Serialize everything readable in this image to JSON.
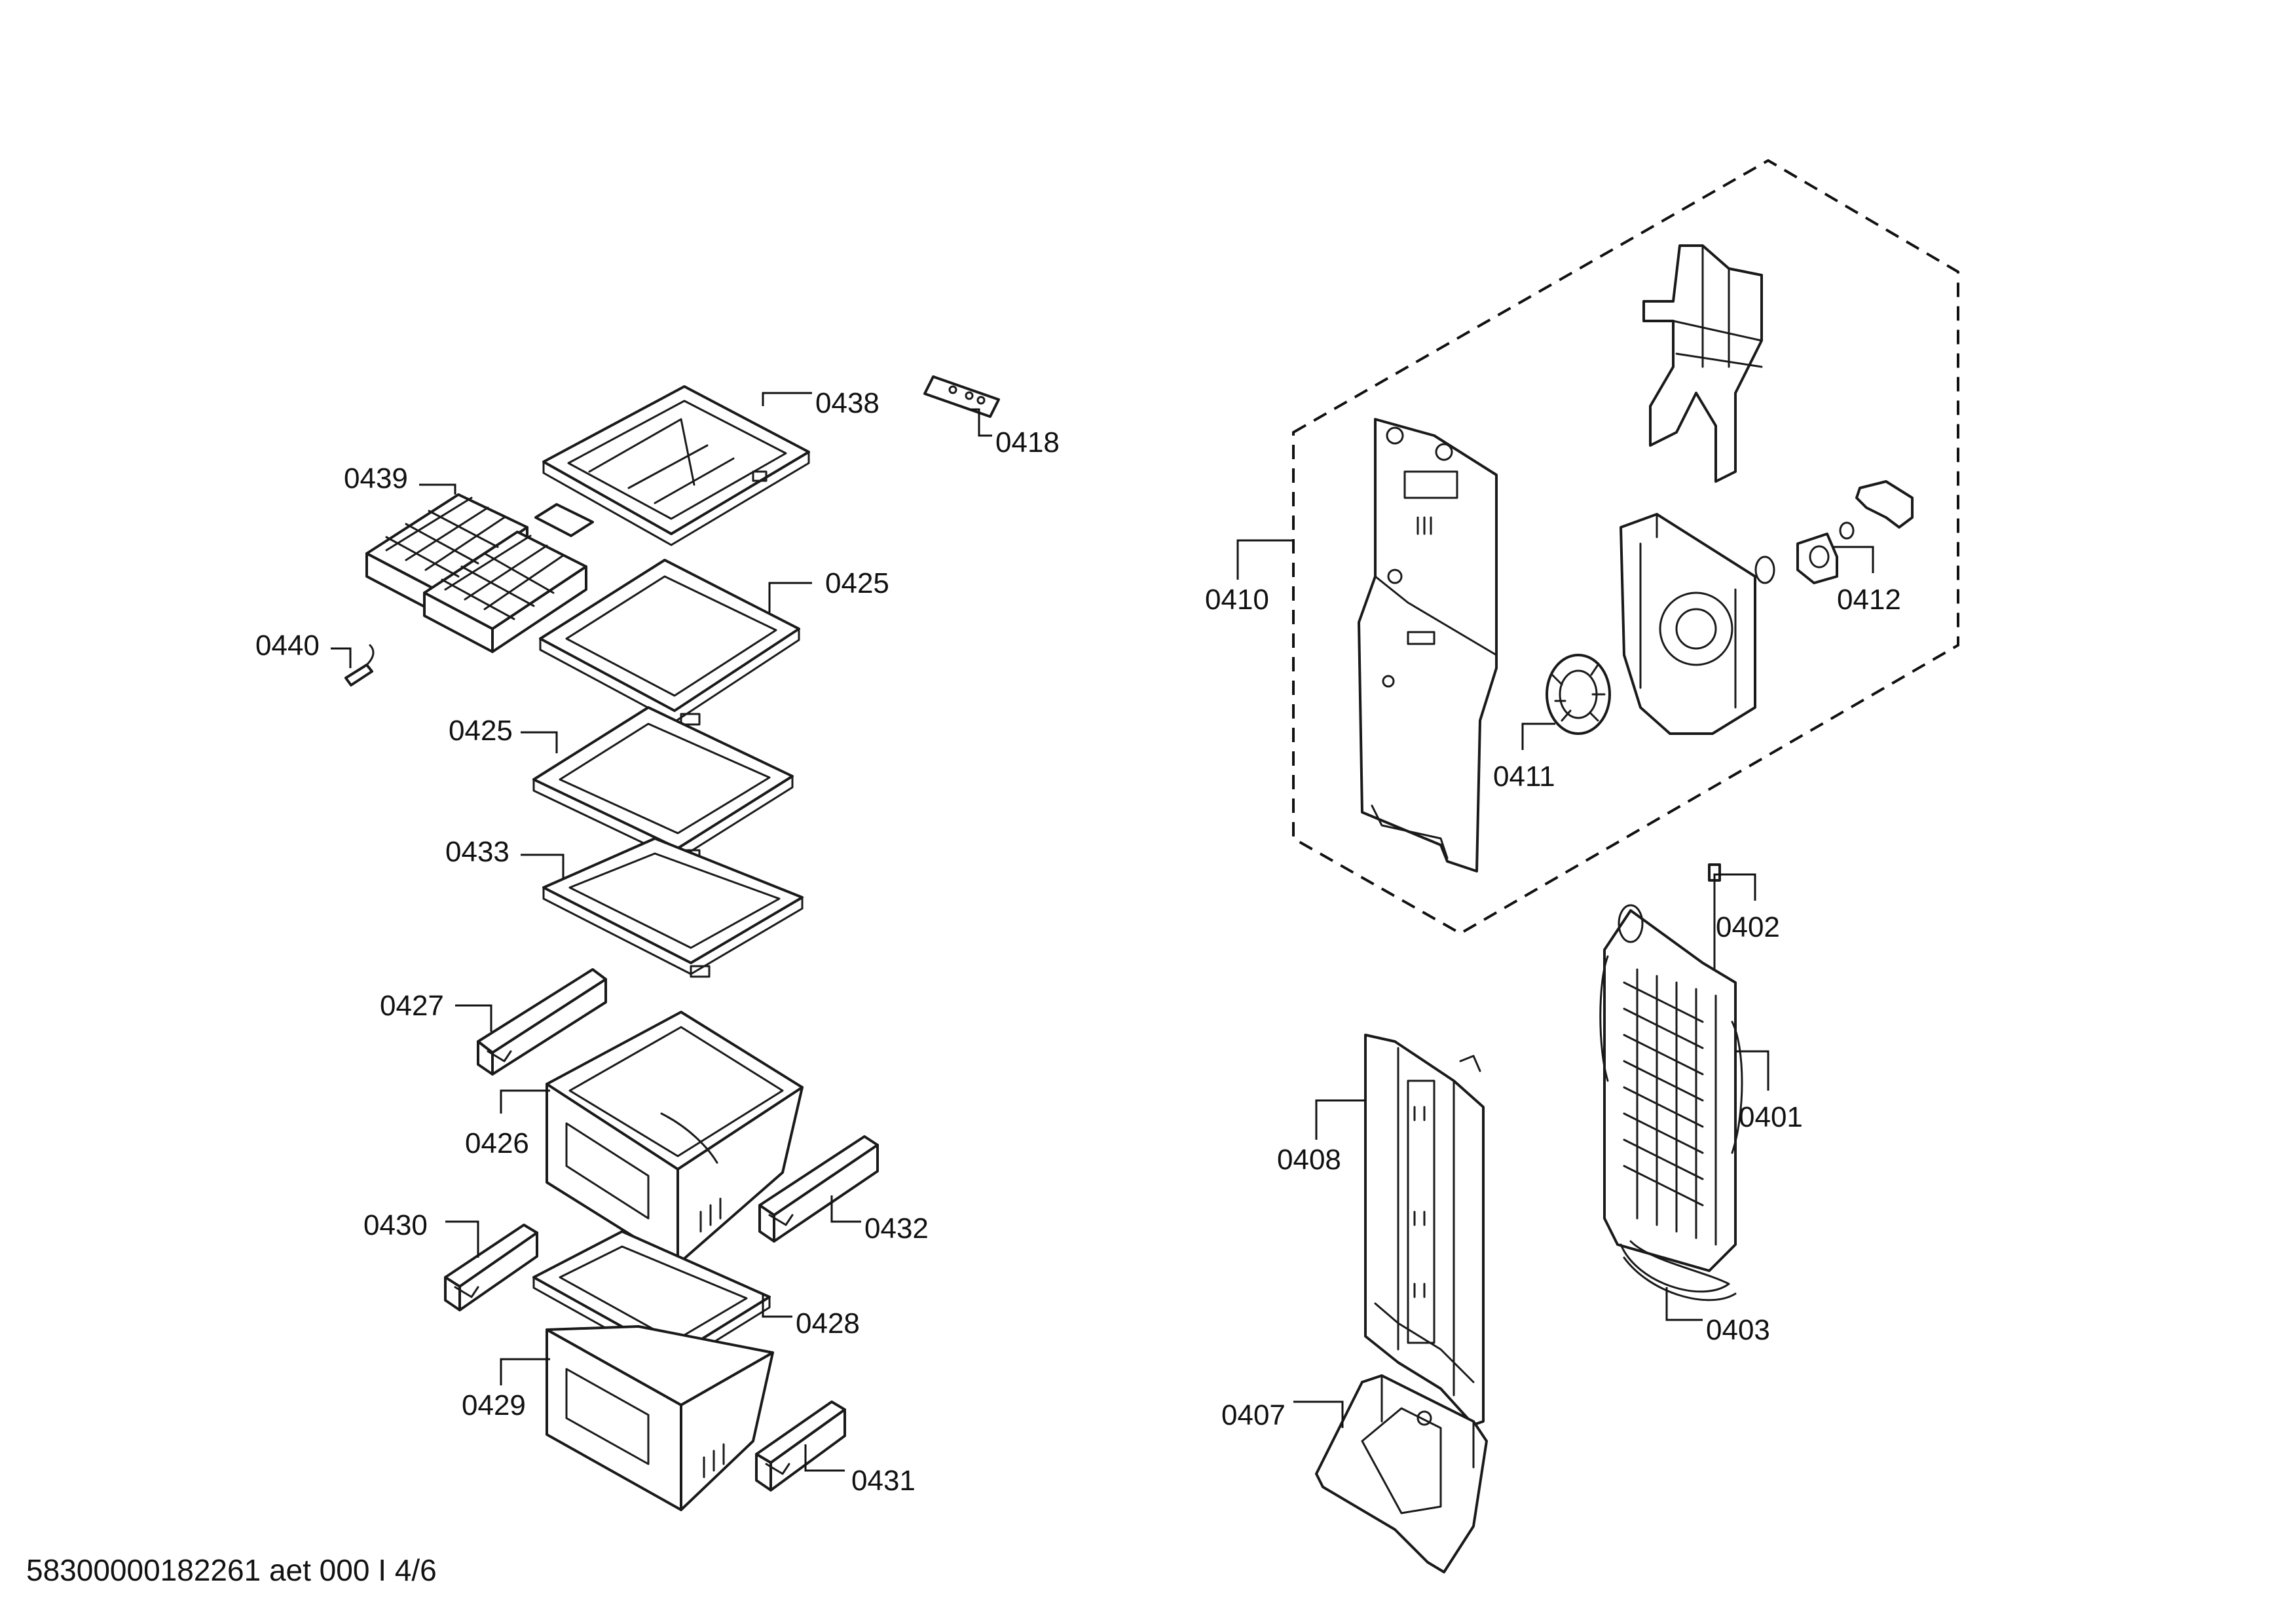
{
  "footer": {
    "doc_id": "58300000182261 aet 000 I 4/6"
  },
  "parts": [
    {
      "key": "p0438",
      "label": "0438"
    },
    {
      "key": "p0418",
      "label": "0418"
    },
    {
      "key": "p0439",
      "label": "0439"
    },
    {
      "key": "p0425a",
      "label": "0425"
    },
    {
      "key": "p0440",
      "label": "0440"
    },
    {
      "key": "p0425b",
      "label": "0425"
    },
    {
      "key": "p0433",
      "label": "0433"
    },
    {
      "key": "p0427",
      "label": "0427"
    },
    {
      "key": "p0426",
      "label": "0426"
    },
    {
      "key": "p0430",
      "label": "0430"
    },
    {
      "key": "p0432",
      "label": "0432"
    },
    {
      "key": "p0428",
      "label": "0428"
    },
    {
      "key": "p0429",
      "label": "0429"
    },
    {
      "key": "p0431",
      "label": "0431"
    },
    {
      "key": "p0410",
      "label": "0410"
    },
    {
      "key": "p0412",
      "label": "0412"
    },
    {
      "key": "p0411",
      "label": "0411"
    },
    {
      "key": "p0402",
      "label": "0402"
    },
    {
      "key": "p0408",
      "label": "0408"
    },
    {
      "key": "p0401",
      "label": "0401"
    },
    {
      "key": "p0403",
      "label": "0403"
    },
    {
      "key": "p0407",
      "label": "0407"
    }
  ]
}
